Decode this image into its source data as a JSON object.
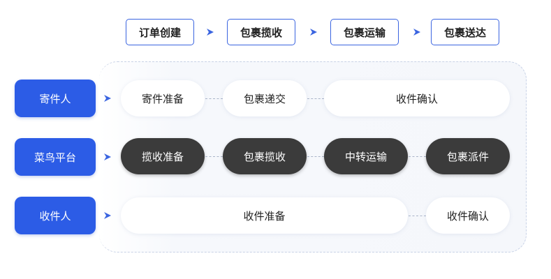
{
  "stages": [
    "订单创建",
    "包裹揽收",
    "包裹运输",
    "包裹送达"
  ],
  "roles": [
    "寄件人",
    "菜鸟平台",
    "收件人"
  ],
  "lanes": {
    "sender": [
      "寄件准备",
      "包裹递交",
      "收件确认"
    ],
    "platform": [
      "揽收准备",
      "包裹揽收",
      "中转运输",
      "包裹派件"
    ],
    "receiver": [
      "收件准备",
      "收件确认"
    ]
  },
  "colors": {
    "role_blue": "#2c5ce6",
    "stage_border": "#3a64e0",
    "dark_pill": "#3b3b3b",
    "light_pill": "#ffffff"
  },
  "icons": {
    "connector": "chevron-right-icon"
  }
}
